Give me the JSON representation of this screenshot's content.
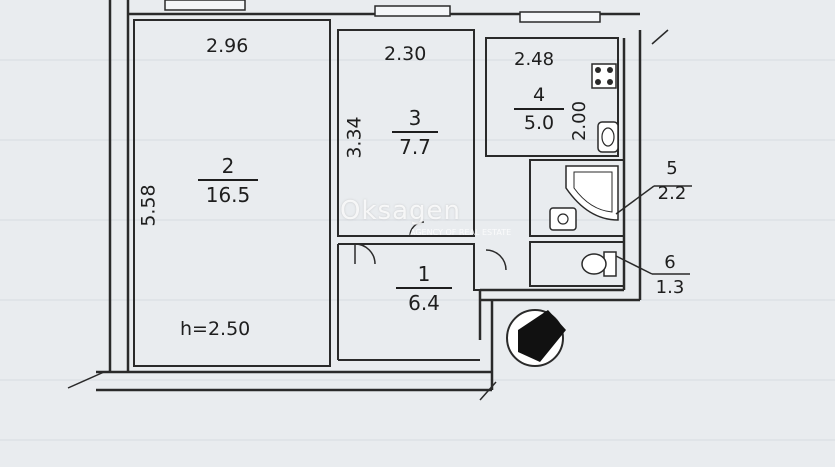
{
  "plan": {
    "rooms": [
      {
        "number": "1",
        "area": "6.4"
      },
      {
        "number": "2",
        "area": "16.5"
      },
      {
        "number": "3",
        "area": "7.7"
      },
      {
        "number": "4",
        "area": "5.0"
      },
      {
        "number": "5",
        "area": "2.2"
      },
      {
        "number": "6",
        "area": "1.3"
      }
    ],
    "dimensions": {
      "room2_width": "2.96",
      "room2_length": "5.58",
      "room3_width": "2.30",
      "room3_length": "3.34",
      "room4_width": "2.48",
      "room4_length": "2.00"
    },
    "ceiling_height": "h=2.50",
    "watermark": "Oksagen",
    "watermark_sub": "AGENCY OF REAL ESTATE"
  }
}
